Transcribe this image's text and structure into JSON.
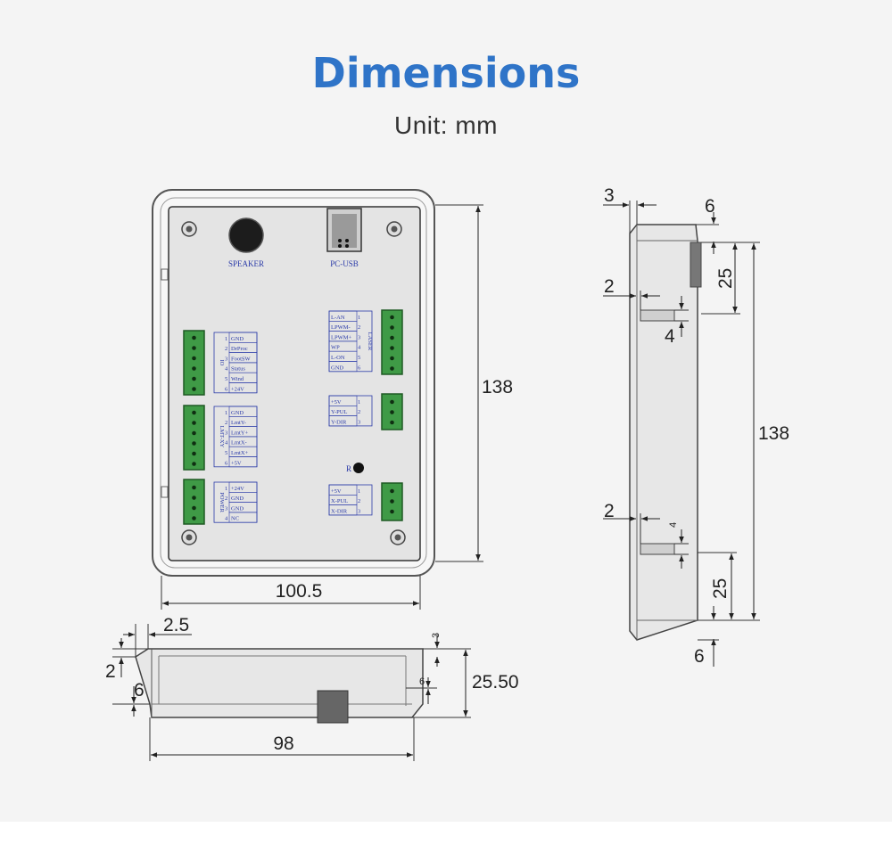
{
  "header": {
    "title": "Dimensions",
    "subtitle": "Unit: mm"
  },
  "front_view": {
    "labels": {
      "speaker": "SPEAKER",
      "pc_usb": "PC-USB",
      "indicator": "R"
    },
    "left_block_1": {
      "side_label": "IO",
      "pins": [
        "GND",
        "DrProc",
        "FootSW",
        "Status",
        "Wind",
        "+24V"
      ]
    },
    "left_block_2": {
      "side_label": "LMT-XY",
      "pins": [
        "GND",
        "LmtY-",
        "LmtY+",
        "LmtX-",
        "LmtX+",
        "+5V"
      ]
    },
    "left_block_3": {
      "side_label": "POWER",
      "pins": [
        "+24V",
        "GND",
        "GND",
        "NC"
      ]
    },
    "right_block_1": {
      "side_label": "LASER",
      "pins": [
        "L-AN",
        "LPWM-",
        "LPWM+",
        "WP",
        "L-ON",
        "GND"
      ]
    },
    "right_block_2": {
      "pins": [
        "+5V",
        "Y-PUL",
        "Y-DIR"
      ]
    },
    "right_block_3": {
      "pins": [
        "+5V",
        "X-PUL",
        "X-DIR"
      ]
    },
    "dimensions": {
      "height": "138",
      "width": "100.5"
    }
  },
  "side_view": {
    "dimensions": {
      "top_offset": "3",
      "top_gap": "6",
      "upper_length": "25",
      "upper_inset": "2",
      "upper_tab": "4",
      "height": "138",
      "lower_inset": "2",
      "lower_tab": "4",
      "lower_length": "25",
      "bottom_gap": "6"
    }
  },
  "bottom_view": {
    "dimensions": {
      "lip": "2.5",
      "inset": "2",
      "offset": "6",
      "right_top": "3",
      "right_offset": "6",
      "height": "25.50",
      "width": "98"
    }
  }
}
